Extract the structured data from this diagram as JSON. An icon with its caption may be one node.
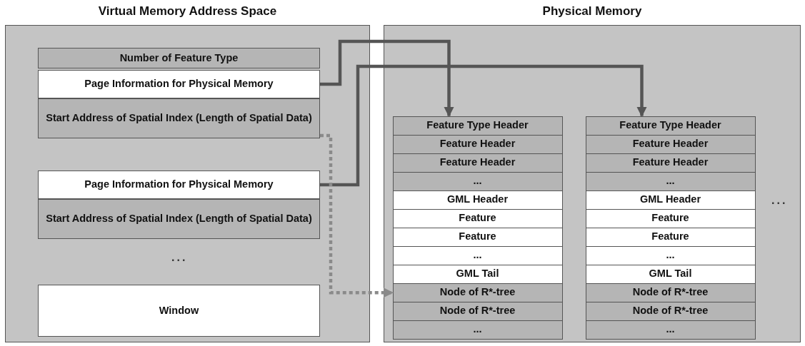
{
  "diagram": {
    "nodes": [
      {
        "text": [
          "Virtual Memory Address Space"
        ]
      },
      {
        "text": [
          "Number of Feature Type"
        ],
        "in": 0
      },
      {
        "text": [
          "Page Information for Physical Memory"
        ],
        "in": 0
      },
      {
        "text": [
          "Start Address of Spatial Index (Length of Spatial Data)"
        ],
        "in": 0
      },
      {
        "text": [
          "Page Information for Physical Memory"
        ],
        "in": 0
      },
      {
        "text": [
          "Start Address of Spatial Index (Length of Spatial Data)"
        ],
        "in": 0
      },
      {
        "text": [
          "Window"
        ],
        "in": 0
      },
      {
        "text": [
          "Physical Memory"
        ]
      },
      {
        "text": [],
        "shape": "box",
        "in": 7
      },
      {
        "text": [
          "Feature Type Header"
        ],
        "in": 8
      },
      {
        "text": [
          "Feature Header"
        ],
        "in": 8
      },
      {
        "text": [
          "Feature Header"
        ],
        "in": 8
      },
      {
        "text": [
          "..."
        ],
        "in": 8
      },
      {
        "text": [
          "GML Header"
        ],
        "in": 8
      },
      {
        "text": [
          "Feature"
        ],
        "in": 8
      },
      {
        "text": [
          "Feature"
        ],
        "in": 8
      },
      {
        "text": [
          "..."
        ],
        "in": 8
      },
      {
        "text": [
          "GML Tail"
        ],
        "in": 8
      },
      {
        "text": [
          "Node of R*-tree"
        ],
        "in": 8
      },
      {
        "text": [
          "Node of R*-tree"
        ],
        "in": 8
      },
      {
        "text": [
          "..."
        ],
        "in": 8
      },
      {
        "text": [],
        "shape": "box",
        "in": 7
      },
      {
        "text": [
          "Feature Type Header"
        ],
        "in": 21
      },
      {
        "text": [
          "Feature Header"
        ],
        "in": 21
      },
      {
        "text": [
          "Feature Header"
        ],
        "in": 21
      },
      {
        "text": [
          "..."
        ],
        "in": 21
      },
      {
        "text": [
          "GML Header"
        ],
        "in": 21
      },
      {
        "text": [
          "Feature"
        ],
        "in": 21
      },
      {
        "text": [
          "Feature"
        ],
        "in": 21
      },
      {
        "text": [
          "..."
        ],
        "in": 21
      },
      {
        "text": [
          "GML Tail"
        ],
        "in": 21
      },
      {
        "text": [
          "Node of R*-tree"
        ],
        "in": 21
      },
      {
        "text": [
          "Node of R*-tree"
        ],
        "in": 21
      },
      {
        "text": [
          "..."
        ],
        "in": 21
      }
    ],
    "edges": [
      {
        "from": 2,
        "to": 9,
        "arrow": "to"
      },
      {
        "from": 4,
        "to": 22,
        "arrow": "to"
      },
      {
        "from": 3,
        "to": 18,
        "arrow": "to",
        "style": "dashed",
        "color": "#8a8a8a"
      }
    ],
    "labels": [
      "...",
      "..."
    ]
  }
}
